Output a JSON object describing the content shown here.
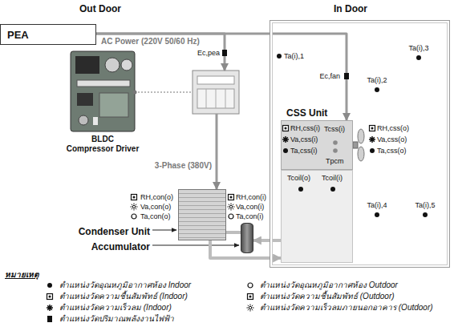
{
  "diagram": {
    "nodes": [
      {
        "text": [
          "PEA"
        ]
      },
      {
        "text": [
          "In Door"
        ]
      },
      {
        "text": [
          "BLDC",
          "Compressor Driver"
        ]
      },
      {
        "text": [
          "CSS Unit",
          "Tcss(i)",
          "Tpcm"
        ],
        "in": 1
      },
      {
        "text": [
          "Tcoil(o)",
          "Tcoil(i)"
        ],
        "in": 1
      },
      {
        "text": [
          "Condenser Unit"
        ]
      },
      {
        "text": [
          "Accumulator"
        ]
      }
    ],
    "edges": [
      {
        "from": 0,
        "to": 3,
        "arrow": "to",
        "label": "AC Power (220V 50/60 Hz)"
      },
      {
        "from": 0,
        "to": 2,
        "arrow": "to"
      },
      {
        "from": 2,
        "to": 5,
        "arrow": "to",
        "label": "3-Phase (380V)"
      },
      {
        "from": 4,
        "to": 6,
        "arrow": "to"
      },
      {
        "from": 5,
        "to": 4,
        "arrow": "to"
      },
      {
        "from": 6,
        "to": 5,
        "arrow": "none"
      }
    ],
    "labels": [
      "Out Door",
      "Ta(i),1",
      "Ta(i),3",
      "Ec,fan",
      "Ta(i),2",
      "Ec,pea",
      "RH,css(i)",
      "Va,css(i)",
      "Ta,css(i)",
      "RH,css(o)",
      "Va,css(o)",
      "Ta,css(o)",
      "RH,con(o)",
      "Va,con(o)",
      "Ta,con(o)",
      "RH,con(i)",
      "Va,con(i)",
      "Ta,con(i)",
      "Ta(i),4",
      "Ta(i),5",
      "หมายเหตุ"
    ],
    "legend": [
      {
        "text": "ตำแหน่งวัดอุณหภูมิอากาศห้อง Indoor"
      },
      {
        "text": "ตำแหน่งวัดอุณหภูมิอากาศห้อง Outdoor"
      },
      {
        "text": "ตำแหน่งวัดความชื้นสัมพัทธ์ (Indoor)"
      },
      {
        "text": "ตำแหน่งวัดความชื้นสัมพัทธ์ (Outdoor)"
      },
      {
        "text": "ตำแหน่งวัดความเร็วลม (Indoor)"
      },
      {
        "text": "ตำแหน่งวัดความเร็วลมภายนอกอาคาร (Outdoor)"
      },
      {
        "text": "ตำแหน่งวัดปริมาณพลังงานไฟฟ้า"
      }
    ]
  }
}
